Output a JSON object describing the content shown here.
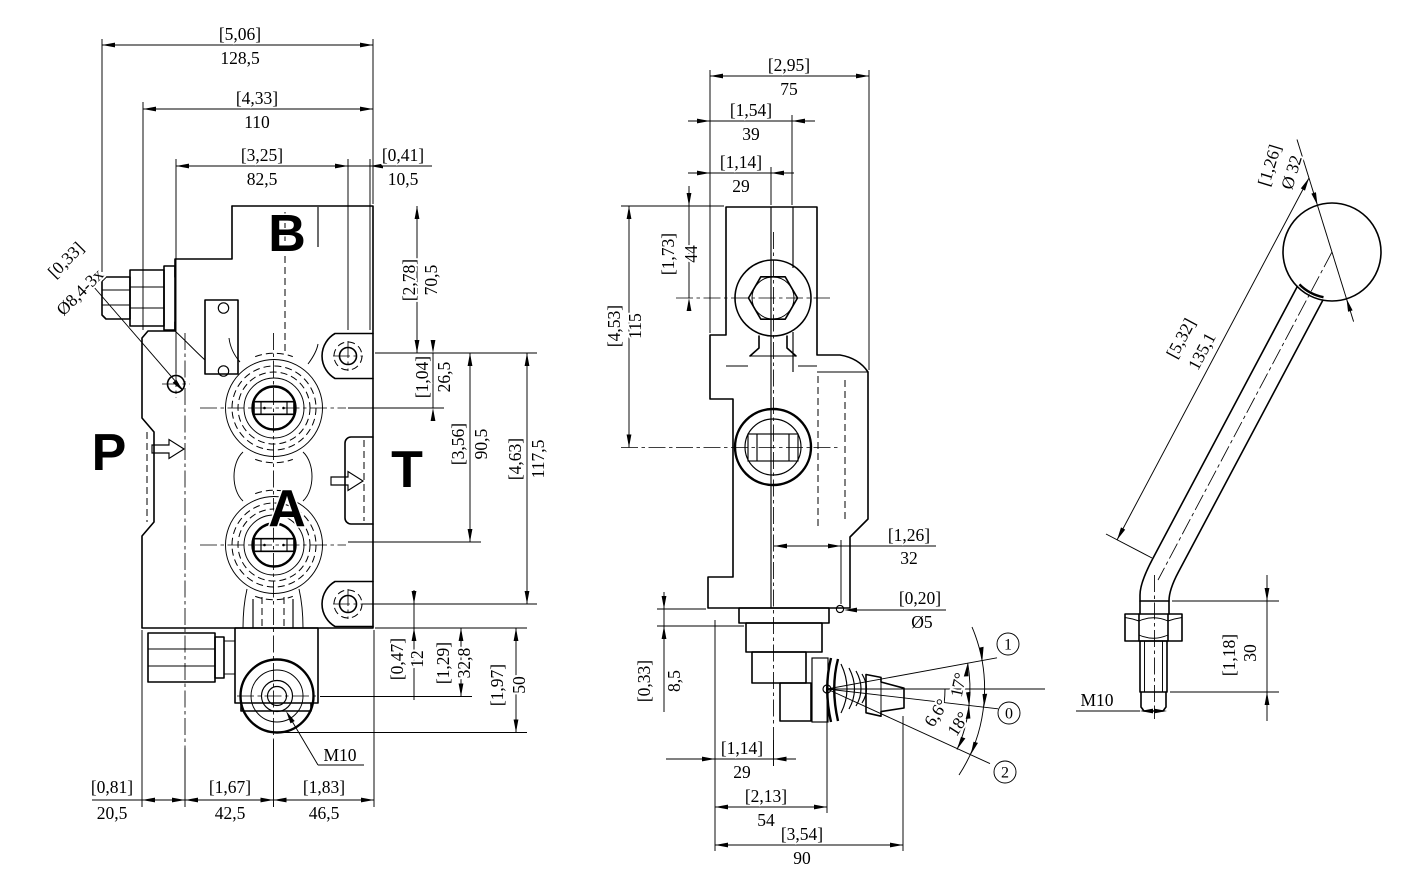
{
  "drawing": {
    "type": "technical-drawing",
    "subject": "monoblock directional control valve with lever",
    "views": {
      "front": {
        "ports": {
          "b": "B",
          "p": "P",
          "a": "A",
          "t": "T"
        },
        "dims": {
          "total_width": {
            "inch": "[5,06]",
            "mm": "128,5"
          },
          "body_width": {
            "inch": "[4,33]",
            "mm": "110"
          },
          "hole_spacing": {
            "inch": "[3,25]",
            "mm": "82,5"
          },
          "hole_edge": {
            "inch": "[0,41]",
            "mm": "10,5"
          },
          "top_to_hole": {
            "inch": "[2,78]",
            "mm": "70,5"
          },
          "hole_to_spool_b": {
            "inch": "[1,04]",
            "mm": "26,5"
          },
          "hole_to_spool_a": {
            "inch": "[3,56]",
            "mm": "90,5"
          },
          "hole_to_hole_v": {
            "inch": "[4,63]",
            "mm": "117,5"
          },
          "hole_to_bottom": {
            "inch": "[0,47]",
            "mm": "12"
          },
          "bottom_to_relief": {
            "inch": "[1,29]",
            "mm": "32,8"
          },
          "bottom_height": {
            "inch": "[1,97]",
            "mm": "50"
          },
          "edge_to_port": {
            "inch": "[0,81]",
            "mm": "20,5"
          },
          "port_to_stud": {
            "inch": "[1,67]",
            "mm": "42,5"
          },
          "stud_to_edge": {
            "inch": "[1,83]",
            "mm": "46,5"
          }
        },
        "callouts": {
          "mounting_holes": {
            "inch": "[0,33]",
            "text": "Ø8,4-3x"
          },
          "stud_thread": "M10"
        }
      },
      "side": {
        "dims": {
          "total_depth": {
            "inch": "[2,95]",
            "mm": "75"
          },
          "face_to_rear": {
            "inch": "[1,54]",
            "mm": "39"
          },
          "face_to_axis": {
            "inch": "[1,14]",
            "mm": "29"
          },
          "top_to_screw": {
            "inch": "[1,73]",
            "mm": "44"
          },
          "top_to_spool": {
            "inch": "[4,53]",
            "mm": "115"
          },
          "axis_to_pin": {
            "inch": "[1,26]",
            "mm": "32"
          },
          "bottom_step": {
            "inch": "[0,33]",
            "mm": "8,5"
          },
          "edge_to_axis": {
            "inch": "[1,14]",
            "mm": "29"
          },
          "edge_to_pivot": {
            "inch": "[2,13]",
            "mm": "54"
          },
          "edge_to_lever": {
            "inch": "[3,54]",
            "mm": "90"
          }
        },
        "angles": {
          "raise": "17°",
          "rest": "6,6°",
          "lower": "18°"
        },
        "positions": {
          "raise": "1",
          "neutral": "0",
          "lower": "2"
        },
        "callouts": {
          "pin_hole": {
            "inch": "[0,20]",
            "mm": "Ø5"
          }
        }
      },
      "lever": {
        "dims": {
          "ball_diameter": {
            "inch": "[1,26]",
            "mm": "Ø 32"
          },
          "length": {
            "inch": "[5,32]",
            "mm": "135,1"
          },
          "thread_length": {
            "inch": "[1,18]",
            "mm": "30"
          }
        },
        "callouts": {
          "thread": "M10"
        }
      }
    }
  }
}
